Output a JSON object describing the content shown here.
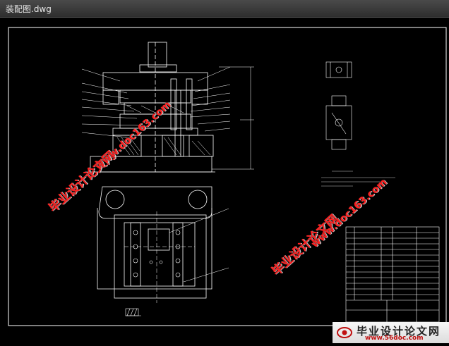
{
  "window": {
    "title": "装配图.dwg"
  },
  "watermarks": {
    "text_cn": "毕业设计论文网",
    "text_url": "www.doc163.com"
  },
  "logo": {
    "name": "毕业设计论文网",
    "url": "www.56doc.com"
  },
  "colors": {
    "background": "#000000",
    "lines": "#ffffff",
    "watermark": "#ff2020",
    "titlebar": "#3a3a3a"
  },
  "icons": {
    "logo_mark": "eye-logo-icon"
  }
}
